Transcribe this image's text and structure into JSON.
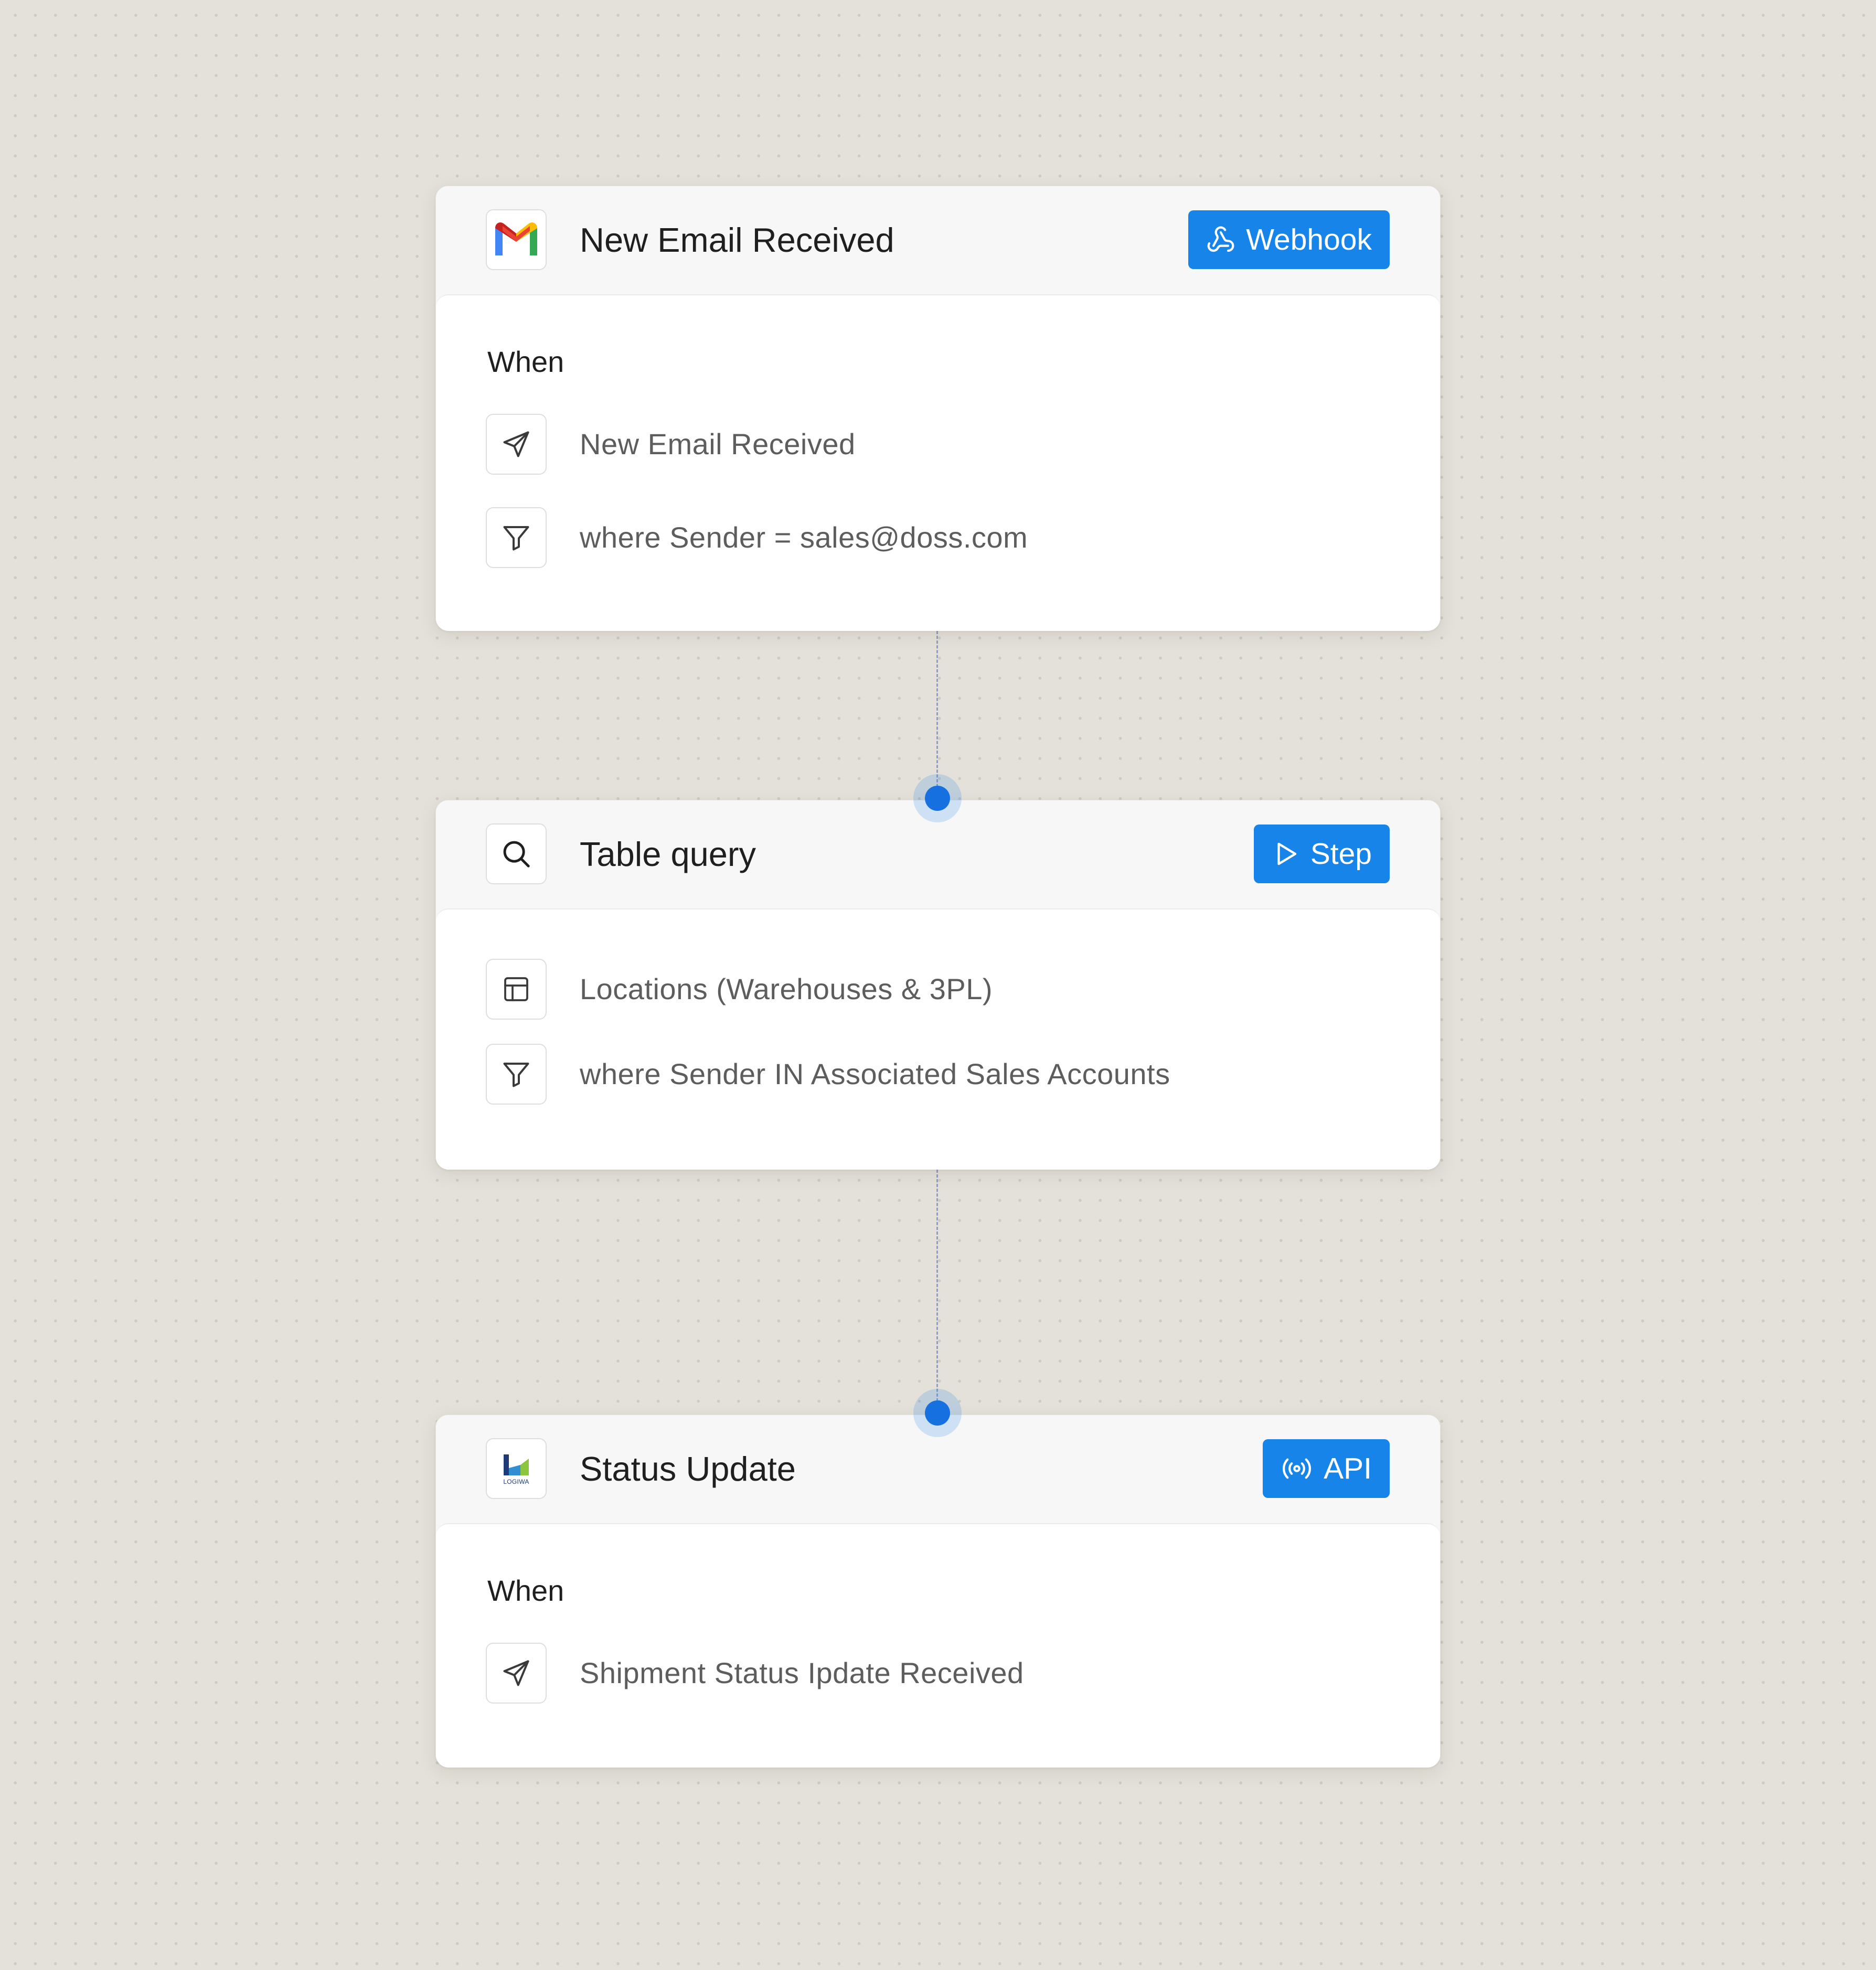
{
  "colors": {
    "accent": "#1784ea",
    "node": "#1770e0",
    "connector": "#8f9bd6",
    "background": "#e4e1da"
  },
  "cards": [
    {
      "title": "New Email Received",
      "icon": "gmail-logo-icon",
      "badge": {
        "label": "Webhook",
        "icon": "webhook-icon"
      },
      "when_label": "When",
      "rows": [
        {
          "icon": "send-icon",
          "text": "New Email Received"
        },
        {
          "icon": "filter-icon",
          "text": "where Sender = sales@doss.com"
        }
      ]
    },
    {
      "title": "Table query",
      "icon": "search-icon",
      "badge": {
        "label": "Step",
        "icon": "play-icon"
      },
      "rows": [
        {
          "icon": "table-icon",
          "text": "Locations (Warehouses & 3PL)"
        },
        {
          "icon": "filter-icon",
          "text": "where Sender IN Associated Sales Accounts"
        }
      ]
    },
    {
      "title": "Status Update",
      "icon": "logiwa-logo-icon",
      "icon_text": "LOGIWA",
      "badge": {
        "label": "API",
        "icon": "broadcast-icon"
      },
      "when_label": "When",
      "rows": [
        {
          "icon": "send-icon",
          "text": "Shipment Status Ipdate Received"
        }
      ]
    }
  ]
}
